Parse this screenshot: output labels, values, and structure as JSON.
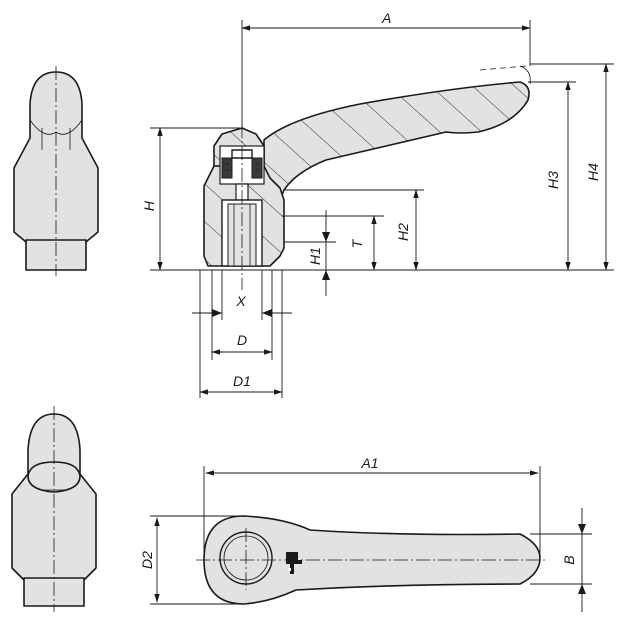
{
  "labels": {
    "A": "A",
    "A1": "A1",
    "H": "H",
    "H1": "H1",
    "H2": "H2",
    "H3": "H3",
    "H4": "H4",
    "T": "T",
    "X": "X",
    "D": "D",
    "D1": "D1",
    "D2": "D2",
    "B": "B"
  },
  "colors": {
    "line": "#1a1a1a",
    "part_fill": "#e2e2e2",
    "background": "#ffffff"
  }
}
